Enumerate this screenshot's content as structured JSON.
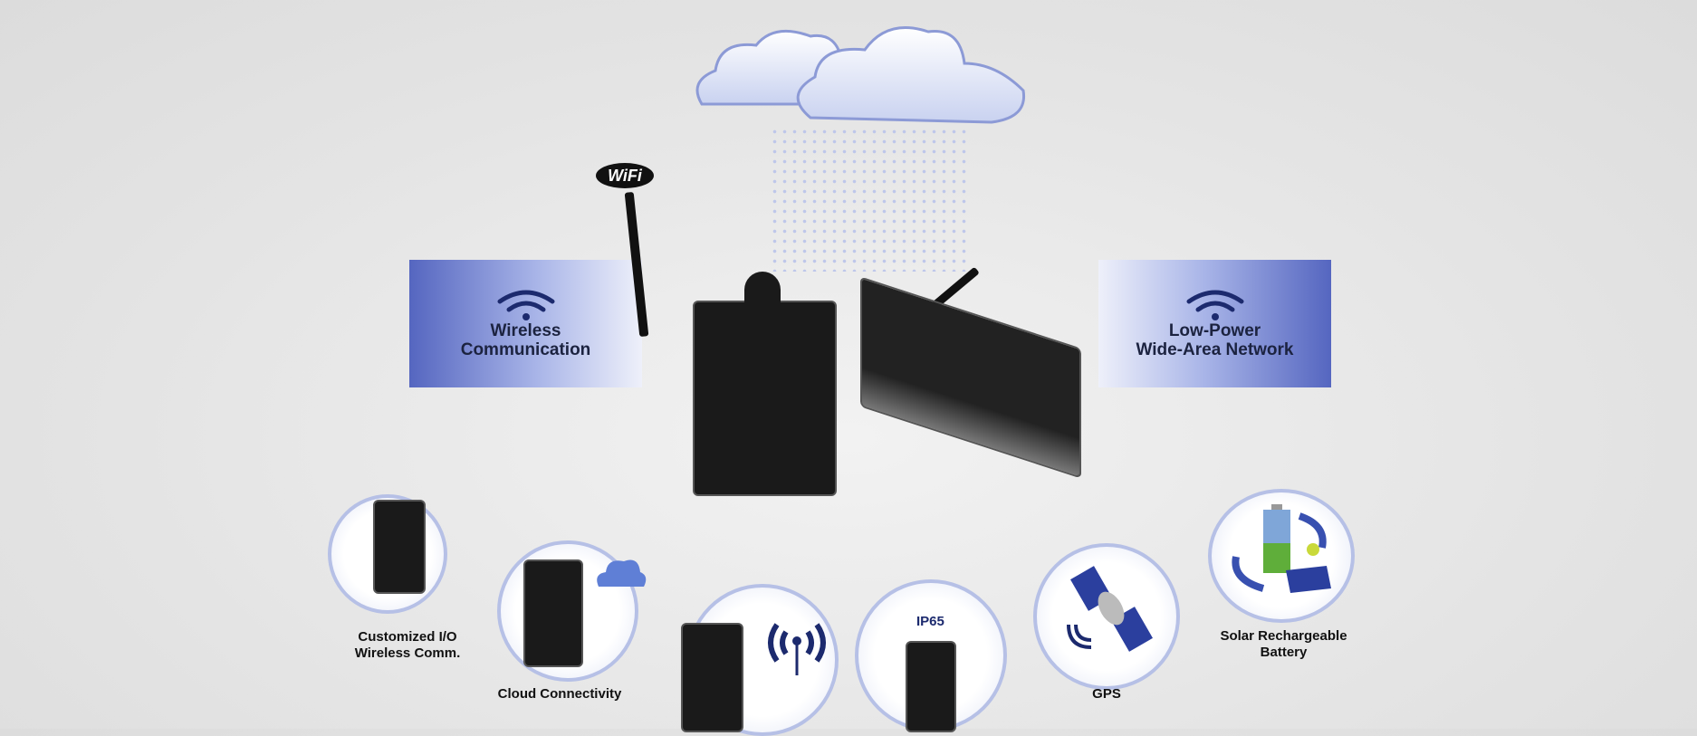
{
  "wifi_logo": "WiFi",
  "panels": {
    "left": {
      "line1": "Wireless",
      "line2": "Communication"
    },
    "right": {
      "line1": "Low-Power",
      "line2": "Wide-Area Network"
    }
  },
  "features": [
    {
      "line1": "Customized I/O",
      "line2": "Wireless Comm."
    },
    {
      "line1": "Cloud Connectivity"
    },
    {
      "line1": "IP65"
    },
    {
      "line1": "GPS"
    },
    {
      "line1": "Solar Rechargeable",
      "line2": "Battery"
    }
  ],
  "colors": {
    "accent": "#5566c0",
    "icon": "#1c2a6e"
  }
}
